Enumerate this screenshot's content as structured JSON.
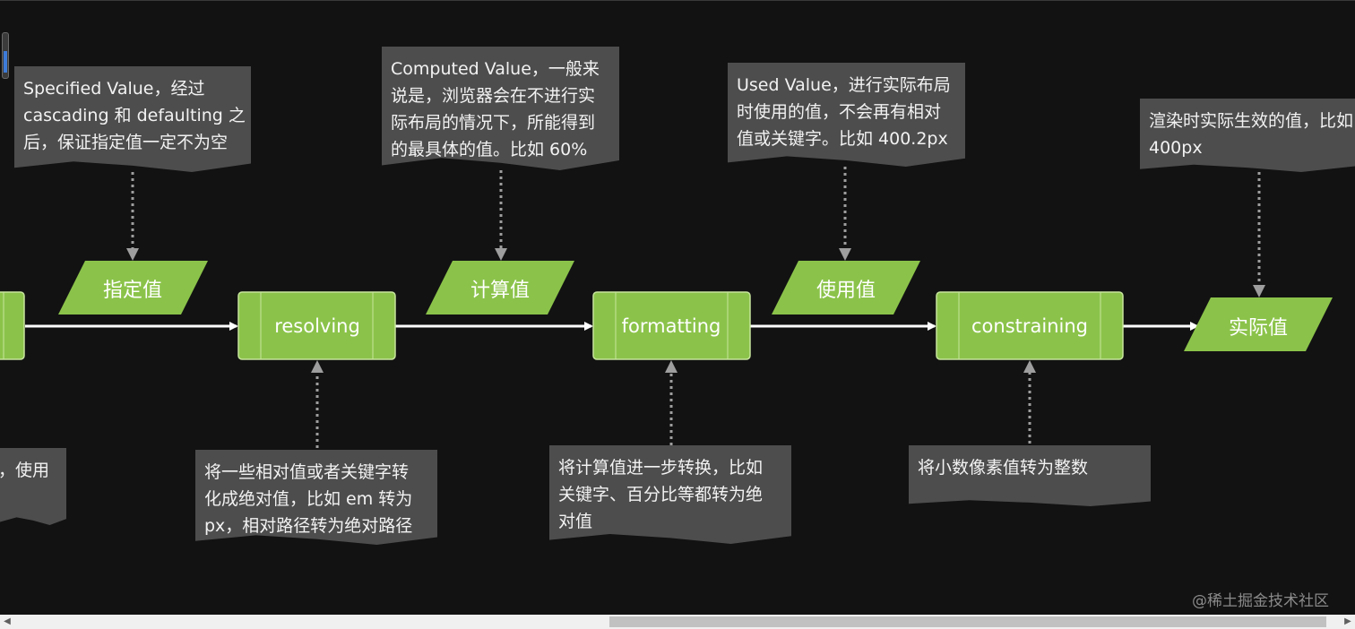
{
  "nodes": {
    "specified": "指定值",
    "computed": "计算值",
    "used": "使用值",
    "actual": "实际值"
  },
  "processes": {
    "resolving": "resolving",
    "formatting": "formatting",
    "constraining": "constraining"
  },
  "notes": {
    "specified": [
      "Specified Value，经过",
      "cascading 和 defaulting 之",
      "后，保证指定值一定不为空"
    ],
    "computed": [
      "Computed Value，一般来",
      "说是，浏览器会在不进行实",
      "际布局的情况下，所能得到",
      "的最具体的值。比如 60%"
    ],
    "used": [
      "Used Value，进行实际布局",
      "时使用的值，不会再有相对",
      "值或关键字。比如 400.2px"
    ],
    "actual": [
      "渲染时实际生效的值，比如",
      "400px"
    ],
    "left_partial": [
      "，使用"
    ],
    "resolving": [
      "将一些相对值或者关键字转",
      "化成绝对值，比如 em 转为",
      "px，相对路径转为绝对路径"
    ],
    "formatting": [
      "将计算值进一步转换，比如",
      "关键字、百分比等都转为绝",
      "对值"
    ],
    "constraining": [
      "将小数像素值转为整数"
    ]
  },
  "watermark": "@稀土掘金技术社区",
  "colors": {
    "background": "#121212",
    "shape_fill": "#8bc34a",
    "note_fill": "#4d4d4d",
    "arrow": "#ffffff",
    "connector": "#b0b0b0"
  }
}
